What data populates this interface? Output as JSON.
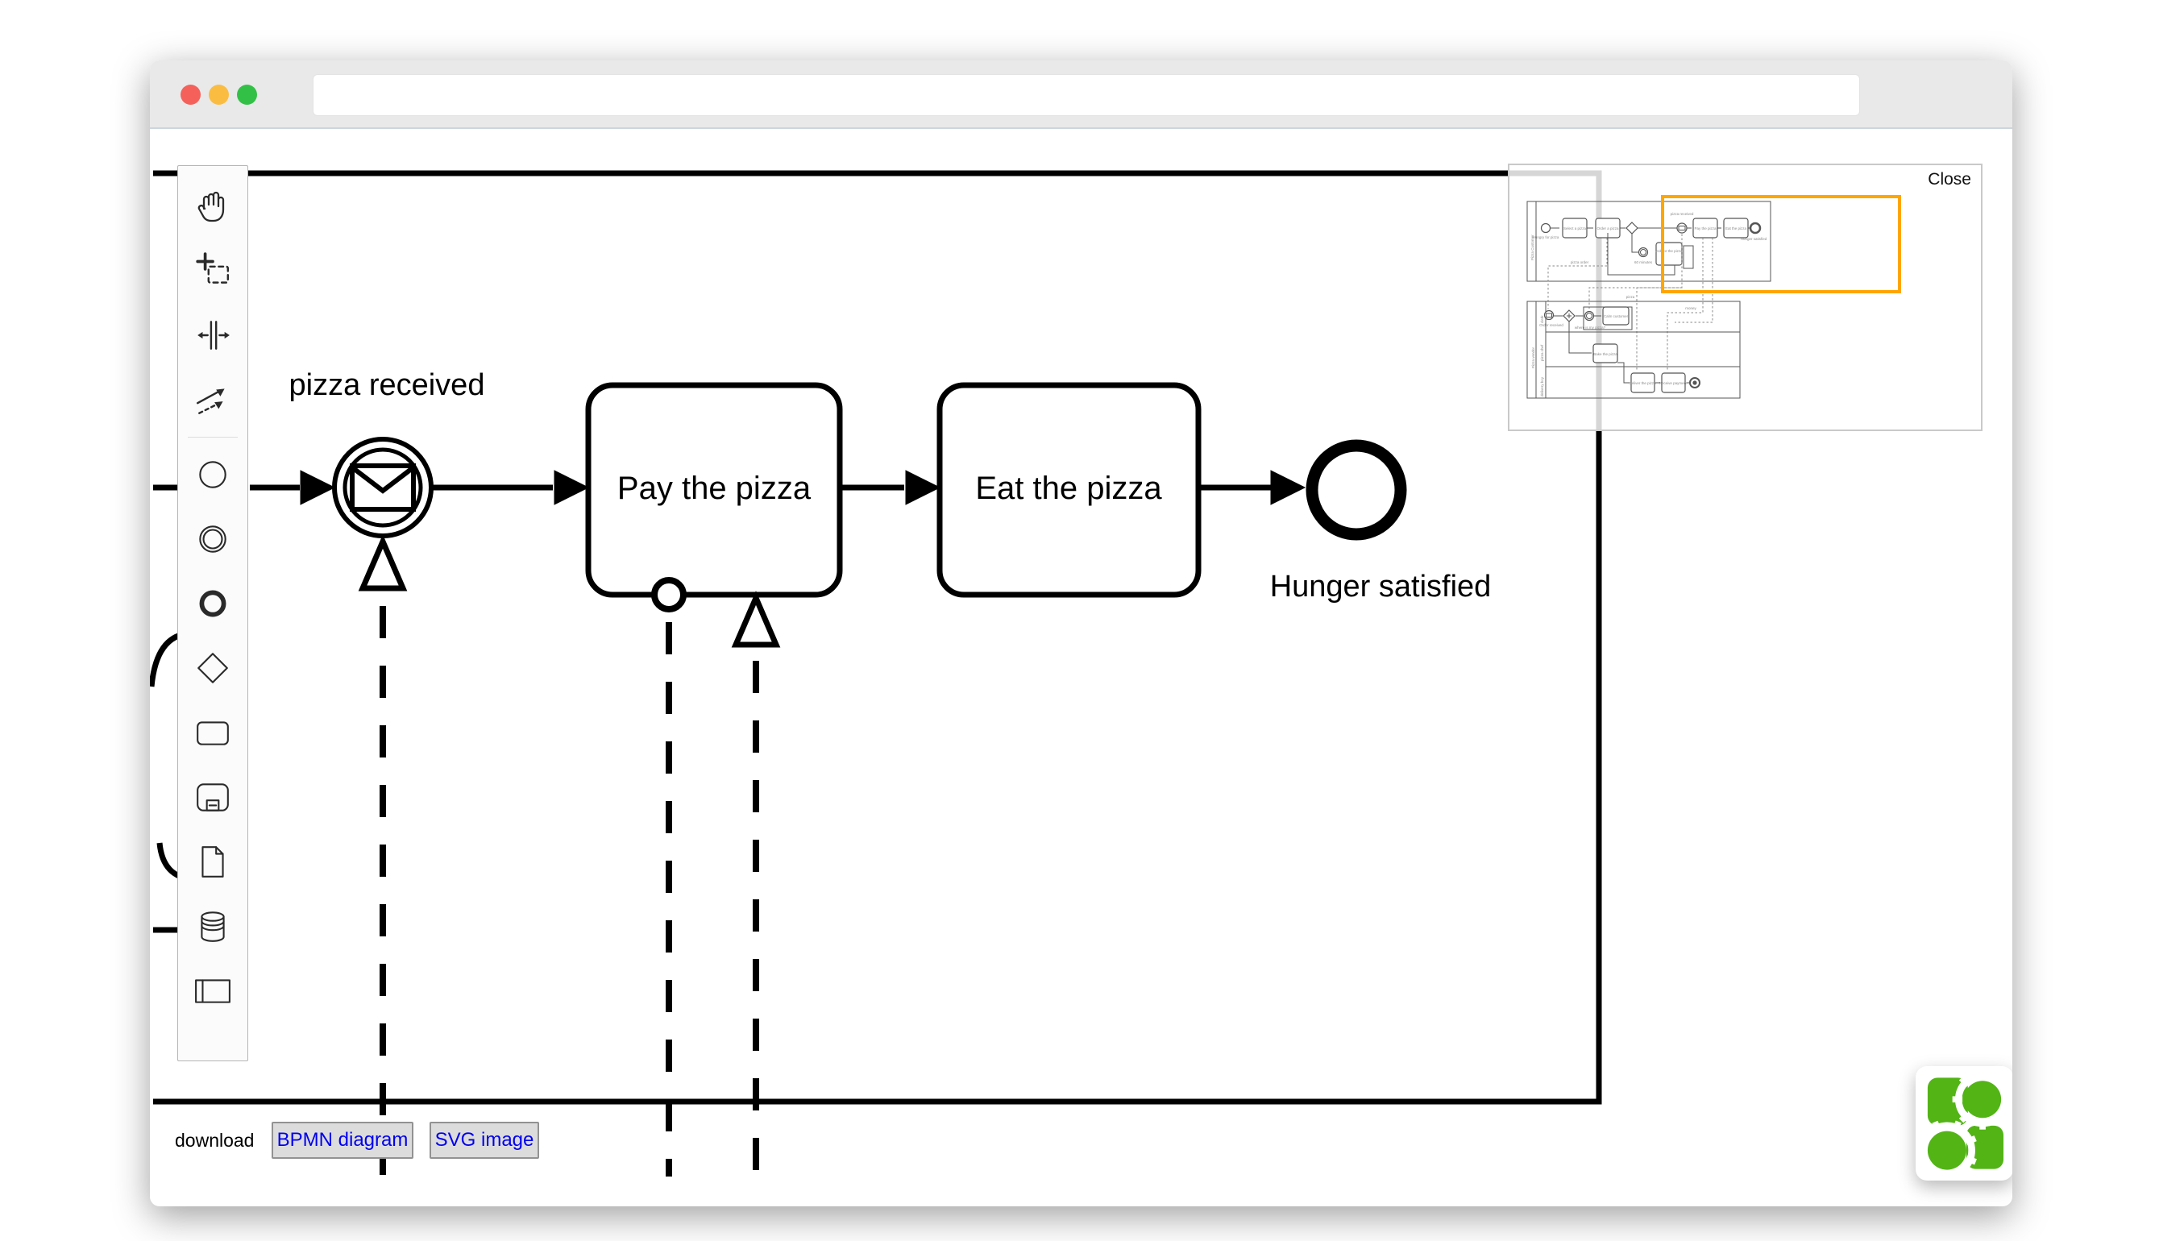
{
  "browser": {
    "close_button": "",
    "minimize_button": "",
    "zoom_button": "",
    "url_value": "",
    "traffic_colors": {
      "red": "#f5615a",
      "yellow": "#fbbd41",
      "green": "#32c146"
    }
  },
  "palette": {
    "tools": [
      "hand-tool",
      "lasso-tool",
      "space-tool",
      "global-connect-tool",
      "create-start-event",
      "create-intermediate-event",
      "create-end-event",
      "create-gateway",
      "create-task",
      "create-subprocess",
      "create-data-object",
      "create-data-store",
      "create-participant"
    ]
  },
  "canvas": {
    "labels": {
      "message_event": "pizza received",
      "task_pay": "Pay the pizza",
      "task_eat": "Eat the pizza",
      "end_event": "Hunger satisfied"
    }
  },
  "minimap": {
    "close": "Close",
    "viewport_color": "#ffa500",
    "labels": {
      "pool_customer": "Pizza Customer",
      "pool_vendor": "Pizza vendor",
      "lane_clerk": "clerk",
      "lane_chef": "pizza chef",
      "lane_delivery": "delivery boy",
      "hungry": "Hungry for pizza",
      "select": "Select a pizza",
      "order": "Order a pizza",
      "pizza_received": "pizza received",
      "pay": "Pay the pizza",
      "eat": "Eat the pizza",
      "hunger_satisfied": "Hunger satisfied",
      "minutes": "60 minutes",
      "ask": "Ask for the pizza",
      "pizza_order": "pizza order",
      "pizza": "pizza",
      "money": "money",
      "order_received": "Order received",
      "where": "where is my pizza?",
      "calm": "Calm customer",
      "bake": "Bake the pizza",
      "deliver": "Deliver the pizza",
      "receive": "Receive payment"
    }
  },
  "download_bar": {
    "label": "download",
    "bpmn_button": "BPMN diagram",
    "svg_button": "SVG image"
  },
  "logo": {
    "color": "#52b415"
  }
}
